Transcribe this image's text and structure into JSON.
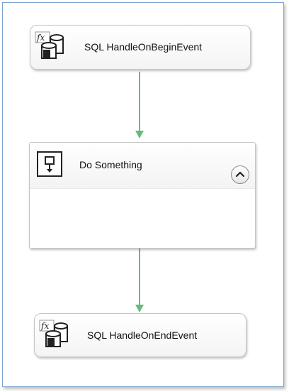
{
  "tasks": {
    "begin": {
      "label": "SQL HandleOnBeginEvent",
      "icon": "sql-task-icon",
      "badge": "fx"
    },
    "container": {
      "label": "Do Something",
      "icon": "sequence-container-icon",
      "collapse_icon": "chevron-up-icon"
    },
    "end": {
      "label": "SQL HandleOnEndEvent",
      "icon": "sql-task-icon",
      "badge": "fx"
    }
  },
  "colors": {
    "connector": "#66bb7a",
    "frame_border": "#7fa4cf",
    "task_border": "#c6c6c6"
  }
}
